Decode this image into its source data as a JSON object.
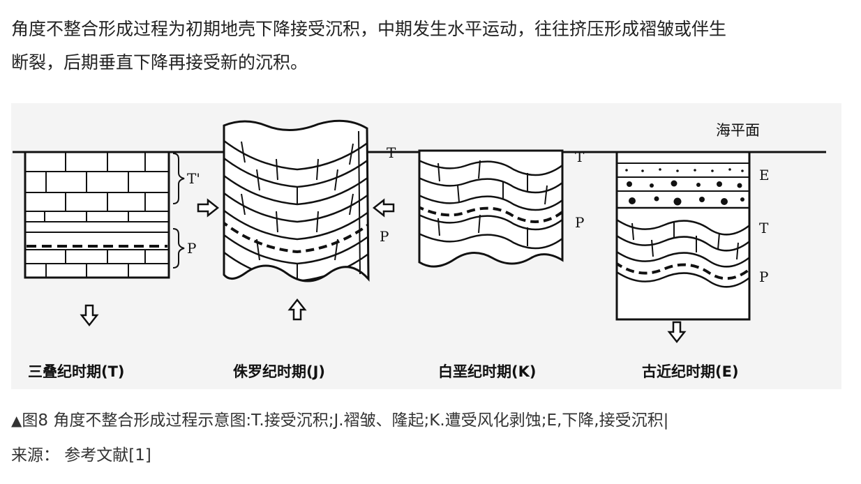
{
  "intro": {
    "line1": "角度不整合形成过程为初期地壳下降接受沉积，中期发生水平运动，往往挤压形成褶皱或伴生",
    "line2": "断裂，后期垂直下降再接受新的沉积。"
  },
  "figure": {
    "sea_level": "海平面",
    "panels": [
      {
        "title": "三叠纪时期(T)",
        "labels": {
          "t": "T'",
          "p": "P"
        }
      },
      {
        "title": "侏罗纪时期(J)",
        "labels": {
          "t": "T",
          "p": "P"
        }
      },
      {
        "title": "白垩纪时期(K)",
        "labels": {
          "t": "T",
          "p": "P"
        }
      },
      {
        "title": "古近纪时期(E)",
        "labels": {
          "e": "E",
          "t": "T",
          "p": "P"
        }
      }
    ],
    "arrow_icons": [
      "arrow-down-icon",
      "arrow-right-icon",
      "arrow-left-icon",
      "arrow-up-icon",
      "arrow-down-icon"
    ]
  },
  "caption": {
    "marker": "▲",
    "line1": "图8 角度不整合形成过程示意图:T.接受沉积;J.褶皱、隆起;K.遭受风化剥蚀;E,下降,接受沉积|",
    "line2": "来源：  参考文献[1]"
  }
}
